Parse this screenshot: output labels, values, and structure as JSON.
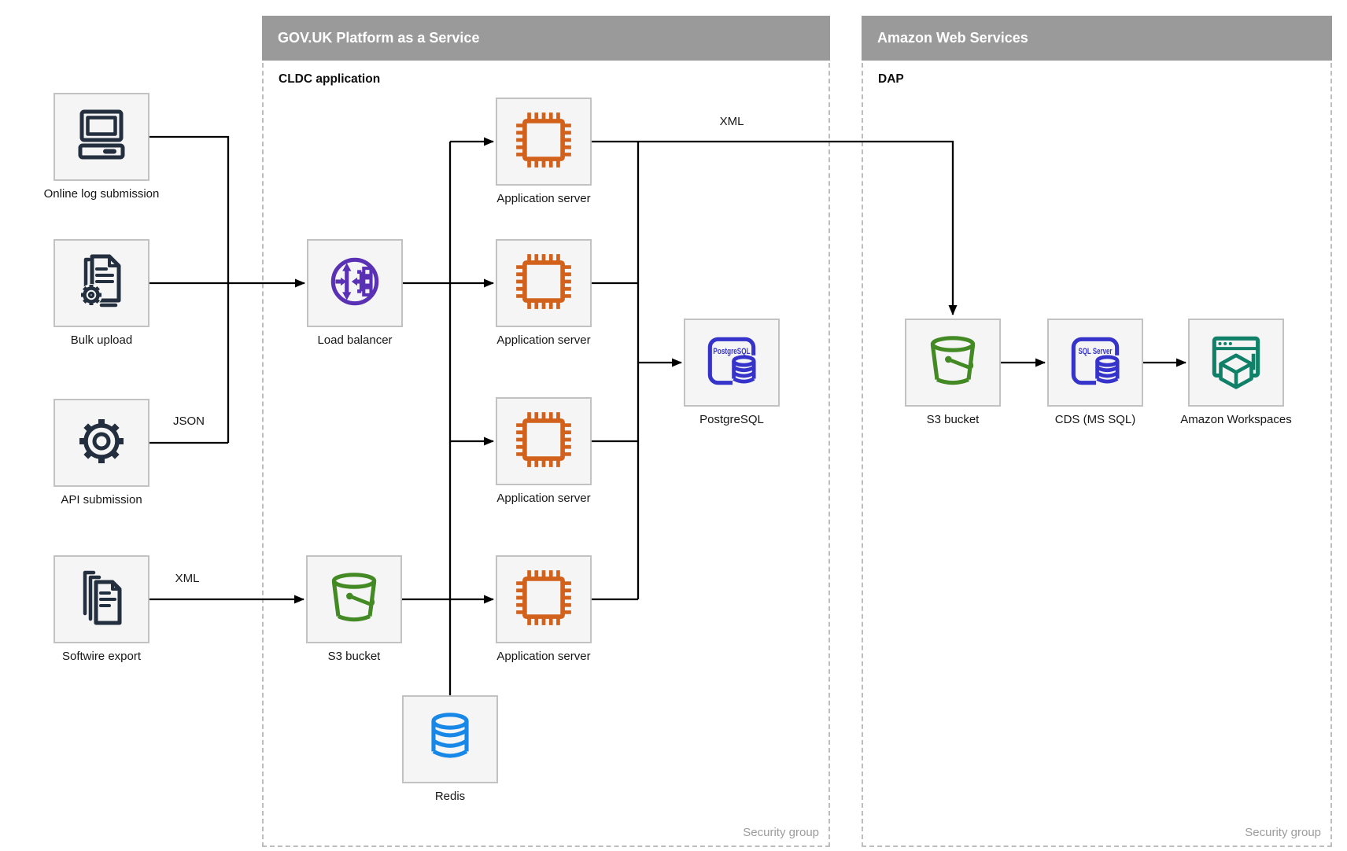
{
  "diagram": {
    "containers": {
      "govuk": {
        "title": "GOV.UK Platform as a Service",
        "sublabel": "CLDC application",
        "footer": "Security group"
      },
      "aws": {
        "title": "Amazon Web Services",
        "sublabel": "DAP",
        "footer": "Security group"
      }
    },
    "nodes": {
      "online": {
        "label": "Online log submission",
        "icon": "desktop-computer-icon"
      },
      "bulk": {
        "label": "Bulk upload",
        "icon": "document-gear-icon"
      },
      "api": {
        "label": "API submission",
        "icon": "gear-icon"
      },
      "softwire": {
        "label": "Softwire export",
        "icon": "documents-stack-icon"
      },
      "lb": {
        "label": "Load balancer",
        "icon": "load-balancer-icon"
      },
      "app1": {
        "label": "Application server",
        "icon": "chip-icon"
      },
      "app2": {
        "label": "Application server",
        "icon": "chip-icon"
      },
      "app3": {
        "label": "Application server",
        "icon": "chip-icon"
      },
      "app4": {
        "label": "Application server",
        "icon": "chip-icon"
      },
      "postgres": {
        "label": "PostgreSQL",
        "icon": "postgresql-icon"
      },
      "s3govuk": {
        "label": "S3 bucket",
        "icon": "s3-bucket-icon"
      },
      "redis": {
        "label": "Redis",
        "icon": "redis-icon"
      },
      "s3aws": {
        "label": "S3 bucket",
        "icon": "s3-bucket-icon"
      },
      "cds": {
        "label": "CDS (MS SQL)",
        "icon": "sql-server-icon"
      },
      "workspaces": {
        "label": "Amazon Workspaces",
        "icon": "workspaces-icon"
      }
    },
    "icon_texts": {
      "postgres": "PostgreSQL",
      "sqlserver": "SQL Server"
    },
    "edge_labels": {
      "json": "JSON",
      "xml_top": "XML",
      "xml_softwire": "XML"
    },
    "colors": {
      "header_bar": "#9A9A9A",
      "node_fill": "#F5F5F5",
      "node_border": "#C2C2C2",
      "connector_line": "#000000",
      "dark_icon": "#232F3E",
      "orange_icon": "#D2611C",
      "purple_icon": "#5A30B5",
      "green_icon": "#438A24",
      "db_blue_icon": "#3533C9",
      "redis_blue_icon": "#1787E8",
      "teal_icon": "#108068",
      "security_text": "#9C9C9C"
    }
  }
}
